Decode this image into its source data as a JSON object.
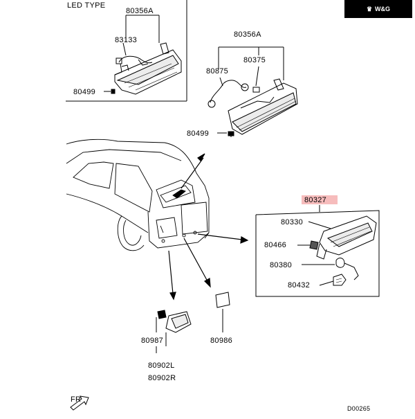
{
  "badge": {
    "icon": "crown-logo-icon",
    "text": "W&G"
  },
  "panel_left_title": "LED TYPE",
  "parts": {
    "p80356A_left": "80356A",
    "p83133": "83133",
    "p80499_left": "80499",
    "p80356A_right": "80356A",
    "p80875": "80875",
    "p80375": "80375",
    "p80499_right": "80499",
    "p80327": "80327",
    "p80330": "80330",
    "p80466": "80466",
    "p80380": "80380",
    "p80432": "80432",
    "p80987": "80987",
    "p80902L": "80902L",
    "p80902R": "80902R",
    "p80986": "80986"
  },
  "orientation_label": "FR",
  "diagram_code": "D00265",
  "colors": {
    "highlight": "#f6bcbc",
    "ink": "#000000"
  }
}
